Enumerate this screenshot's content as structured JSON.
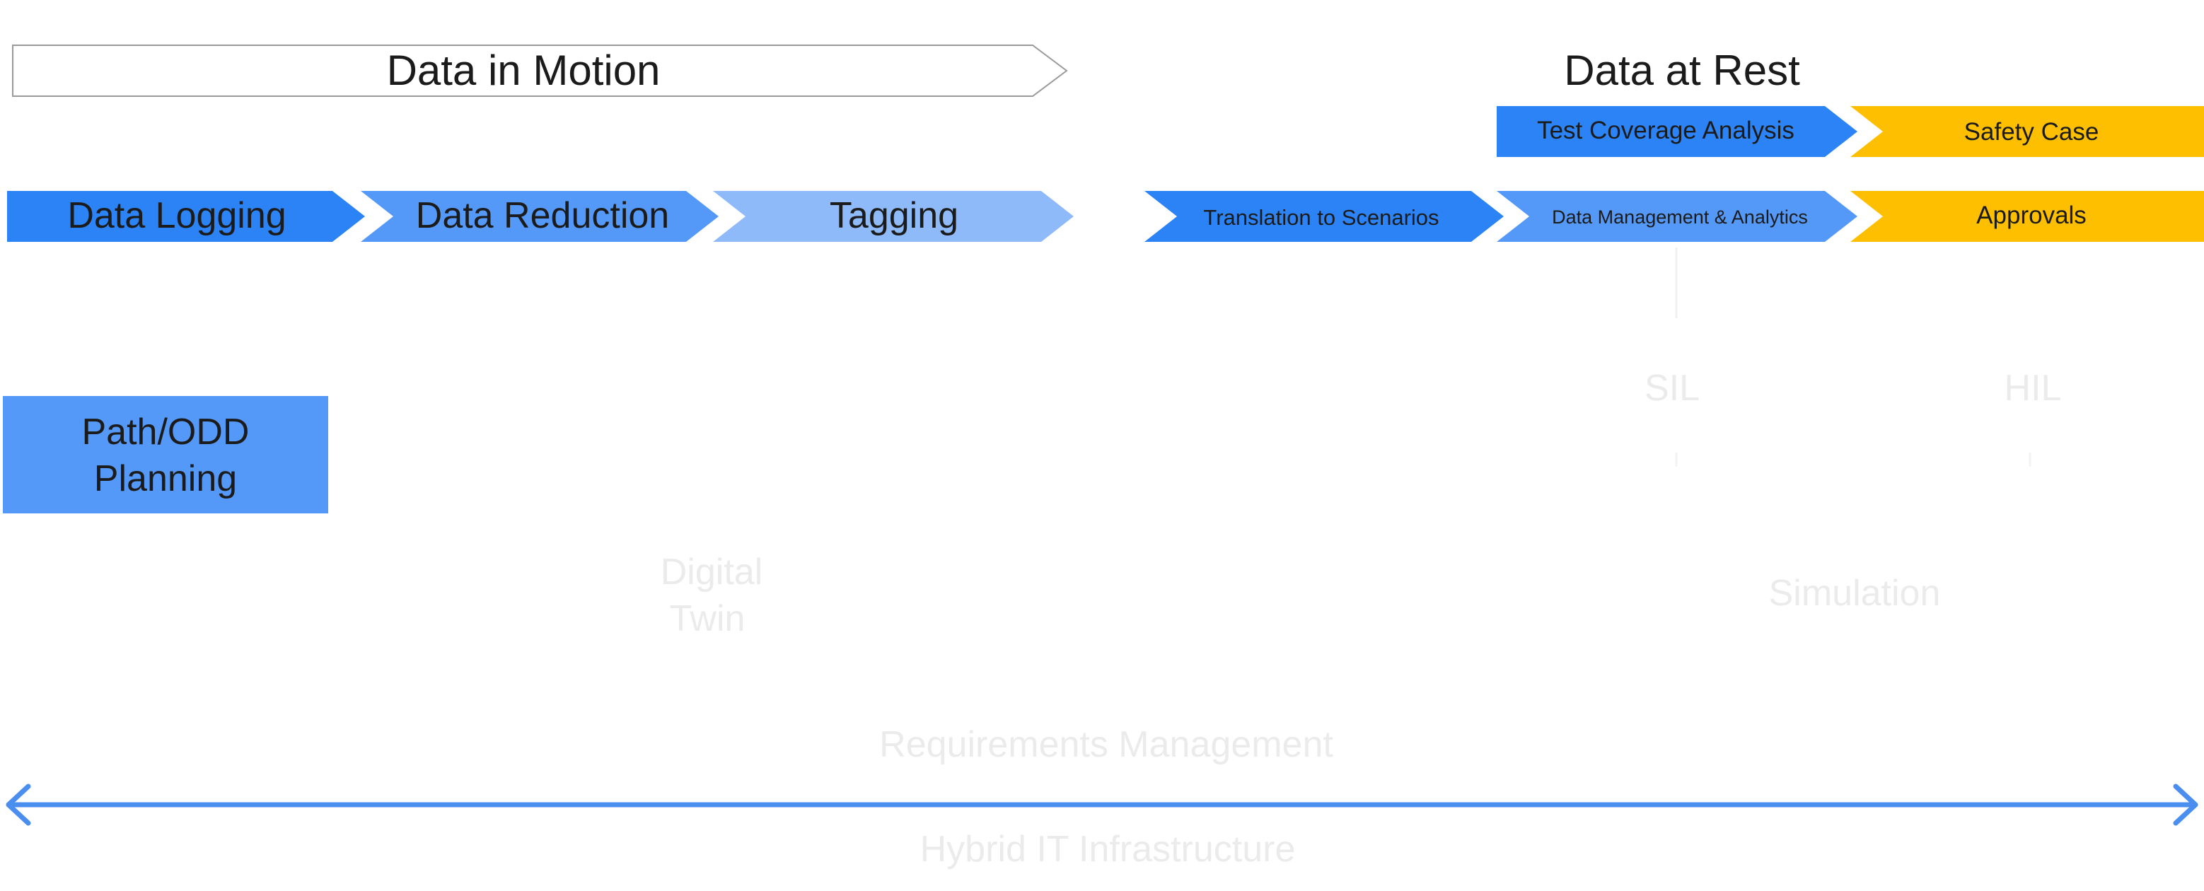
{
  "colors": {
    "dark_blue": "#2b83f6",
    "mid_blue": "#5599f8",
    "light_blue": "#8fbaf9",
    "gold": "#fdbf00",
    "text": "#1b1b1b",
    "faint_text": "#ebebeb",
    "arrow_line": "#4a8ef0"
  },
  "headers": {
    "data_in_motion": "Data in Motion",
    "data_at_rest": "Data at Rest"
  },
  "pipeline": {
    "data_logging": "Data Logging",
    "data_reduction": "Data Reduction",
    "tagging": "Tagging",
    "translation": "Translation to Scenarios",
    "data_management": "Data Management & Analytics",
    "approvals": "Approvals"
  },
  "upper_row": {
    "test_coverage": "Test Coverage Analysis",
    "safety_case": "Safety Case"
  },
  "path_planning": {
    "line1": "Path/ODD",
    "line2": "Planning"
  },
  "faint_labels": {
    "sil": "SIL",
    "hil": "HIL",
    "digital_twin_line1": "Digital",
    "digital_twin_line2": "Twin",
    "simulation": "Simulation",
    "requirements": "Requirements Management",
    "infrastructure": "Hybrid IT Infrastructure"
  }
}
